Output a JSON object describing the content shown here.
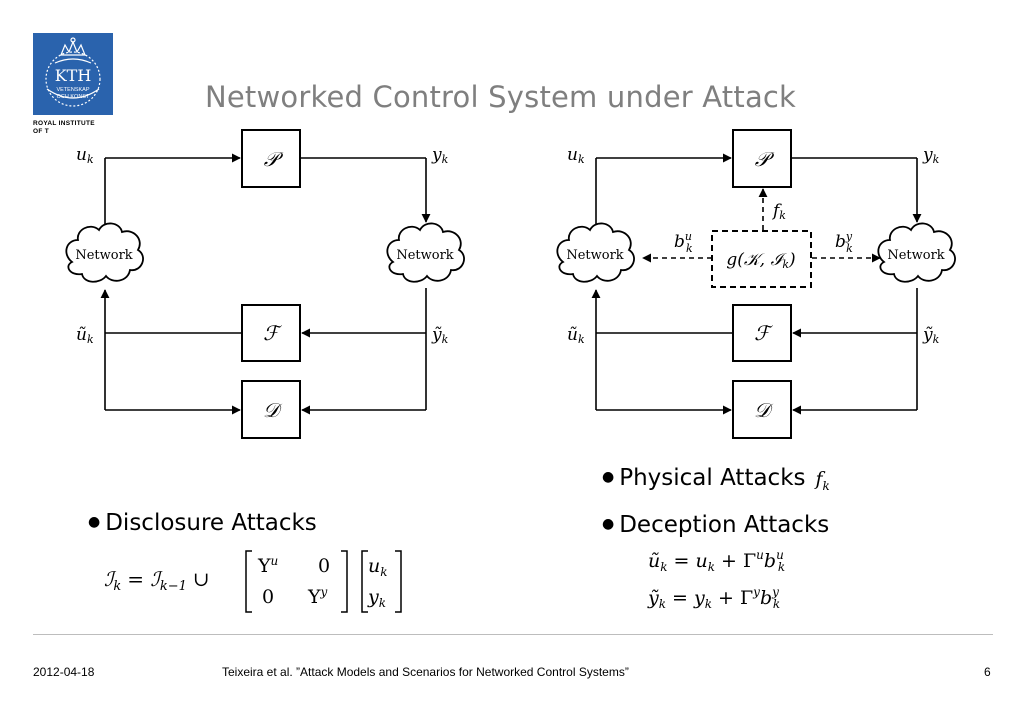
{
  "logo": {
    "text": "KTH",
    "subtext_line1": "VETENSKAP",
    "subtext_line2": "OCH KONST",
    "caption_line1": "ROYAL INSTITUTE",
    "caption_line2": "OF T",
    "color": "#2a63ad",
    "icon": "crown-icon"
  },
  "slide": {
    "title": "Networked Control System under Attack"
  },
  "diagram_left": {
    "plant": "𝒫",
    "filter": "ℱ",
    "detector": "𝒟",
    "network_left": "Network",
    "network_right": "Network",
    "u": "u",
    "u_sub": "k",
    "y": "y",
    "y_sub": "k",
    "u_tilde": "ũ",
    "u_tilde_sub": "k",
    "y_tilde": "ỹ",
    "y_tilde_sub": "k"
  },
  "diagram_right": {
    "plant": "𝒫",
    "filter": "ℱ",
    "detector": "𝒟",
    "network_left": "Network",
    "network_right": "Network",
    "attacker": "g(𝒦, ℐ",
    "attacker_sub": "k",
    "attacker_close": ")",
    "f": "f",
    "f_sub": "k",
    "bu": "b",
    "bu_sup": "u",
    "bu_sub": "k",
    "by": "b",
    "by_sup": "y",
    "by_sub": "k",
    "u": "u",
    "u_sub": "k",
    "y": "y",
    "y_sub": "k",
    "u_tilde": "ũ",
    "u_tilde_sub": "k",
    "y_tilde": "ỹ",
    "y_tilde_sub": "k"
  },
  "bullets": {
    "disclosure": "Disclosure Attacks",
    "physical": "Physical Attacks",
    "physical_math": "f",
    "physical_math_sub": "k",
    "deception": "Deception Attacks"
  },
  "equations": {
    "disclosure_lhs": "ℐ",
    "disclosure_lhs_sub": "k",
    "disclosure_eq": "= ℐ",
    "disclosure_eq_sub": "k−1",
    "disclosure_union": "∪",
    "matrix_a11": "Υ",
    "matrix_a11_sup": "u",
    "matrix_a12": "0",
    "matrix_a21": "0",
    "matrix_a22": "Υ",
    "matrix_a22_sup": "y",
    "vector_v1": "u",
    "vector_v1_sub": "k",
    "vector_v2": "y",
    "vector_v2_sub": "k",
    "deception_u_lhs": "ũ",
    "deception_u_lhs_sub": "k",
    "deception_u_rhs": "= u",
    "deception_u_rhs_sub": "k",
    "deception_u_plus": "+ Γ",
    "deception_u_sup": "u",
    "deception_u_b": "b",
    "deception_u_b_sup": "u",
    "deception_u_b_sub": "k",
    "deception_y_lhs": "ỹ",
    "deception_y_lhs_sub": "k",
    "deception_y_rhs": "= y",
    "deception_y_rhs_sub": "k",
    "deception_y_plus": "+ Γ",
    "deception_y_sup": "y",
    "deception_y_b": "b",
    "deception_y_b_sup": "y",
    "deception_y_b_sub": "k"
  },
  "footer": {
    "date": "2012-04-18",
    "citation": "Teixeira et al. ”Attack Models and Scenarios for Networked Control Systems”",
    "page": "6"
  }
}
